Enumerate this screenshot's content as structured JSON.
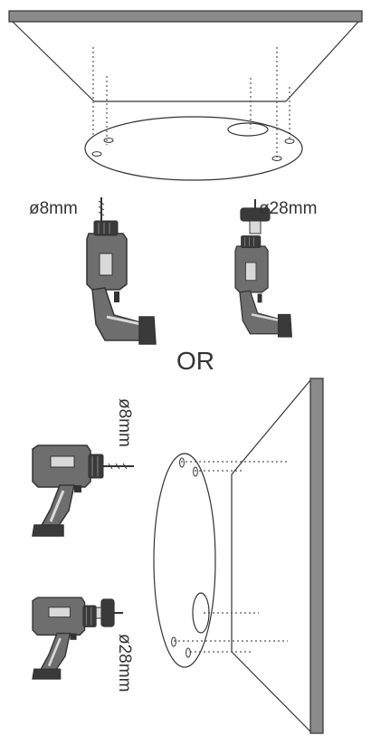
{
  "labels": {
    "top_small_hole": "ø8mm",
    "top_large_hole": "ø28mm",
    "separator": "OR",
    "side_small_hole": "ø8mm",
    "side_large_hole": "ø28mm"
  },
  "colors": {
    "line": "#333333",
    "surface": "#8a8a8a",
    "drill_body": "#6e6e6e",
    "drill_dark": "#3a3a3a",
    "drill_light": "#d9d9d9"
  },
  "icons": [
    "ceiling-surface-icon",
    "wall-surface-icon",
    "mounting-plate-icon",
    "drill-icon",
    "hole-saw-drill-icon"
  ]
}
